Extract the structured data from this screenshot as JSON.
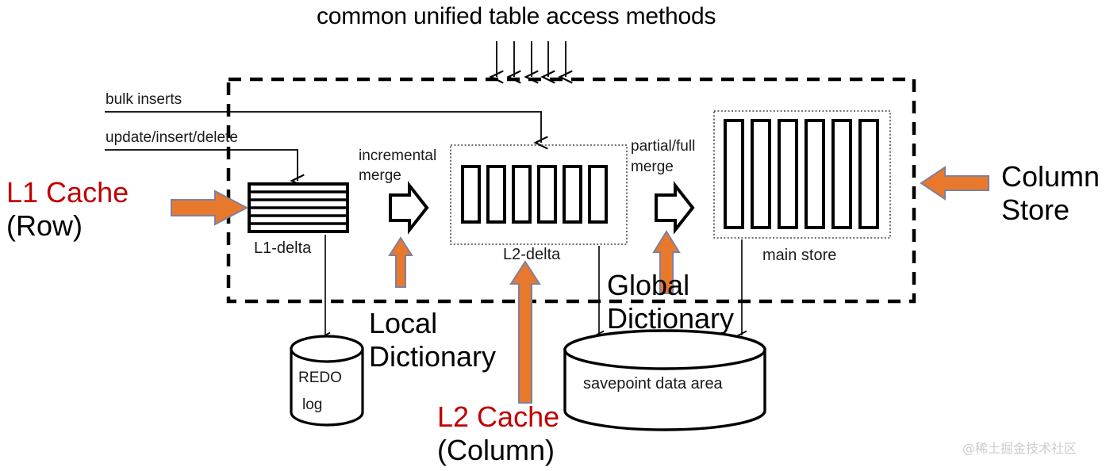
{
  "diagram": {
    "title": "common unified table access methods",
    "watermark": "@稀土掘金技术社区",
    "colors": {
      "orange": "#E8792C",
      "orange_border": "#7F7F9F",
      "red": "#C00000",
      "black": "#000000",
      "watermark_gray": "#cccccc"
    },
    "labels": {
      "bulk_inserts": "bulk inserts",
      "update_insert_delete": "update/insert/delete",
      "incremental_merge_line1": "incremental",
      "incremental_merge_line2": "merge",
      "partial_full_merge_line1": "partial/full",
      "partial_full_merge_line2": "merge",
      "l1_delta": "L1-delta",
      "l2_delta": "L2-delta",
      "main_store": "main store",
      "redo_log_line1": "REDO",
      "redo_log_line2": "log",
      "savepoint": "savepoint data area"
    },
    "annotations": {
      "l1_cache_red": "L1 Cache",
      "l1_cache_black": "(Row)",
      "l2_cache_red": "L2 Cache",
      "l2_cache_black": "(Column)",
      "column_store_line1": "Column",
      "column_store_line2": "Store",
      "local_dictionary_line1": "Local",
      "local_dictionary_line2": "Dictionary",
      "global_dictionary_line1": "Global",
      "global_dictionary_line2": "Dictionary"
    },
    "structure": {
      "access_arrow_count": 5,
      "l1_delta_row_count": 6,
      "l2_delta_column_count": 6,
      "main_store_column_count": 6
    }
  }
}
